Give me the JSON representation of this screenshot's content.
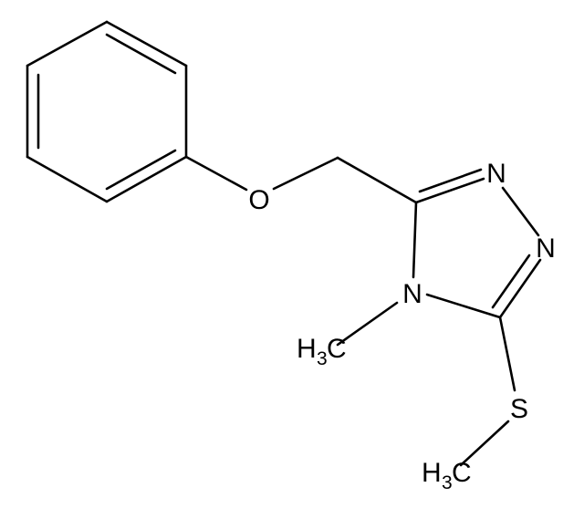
{
  "atoms": {
    "oxygen": "O",
    "n1": "N",
    "n2": "N",
    "n4": "N",
    "sulfur": "S",
    "methyl_n": {
      "h": "H",
      "sub": "3",
      "c": "C"
    },
    "methyl_s": {
      "h": "H",
      "sub": "3",
      "c": "C"
    }
  },
  "colors": {
    "stroke": "#000000",
    "background": "#ffffff"
  }
}
